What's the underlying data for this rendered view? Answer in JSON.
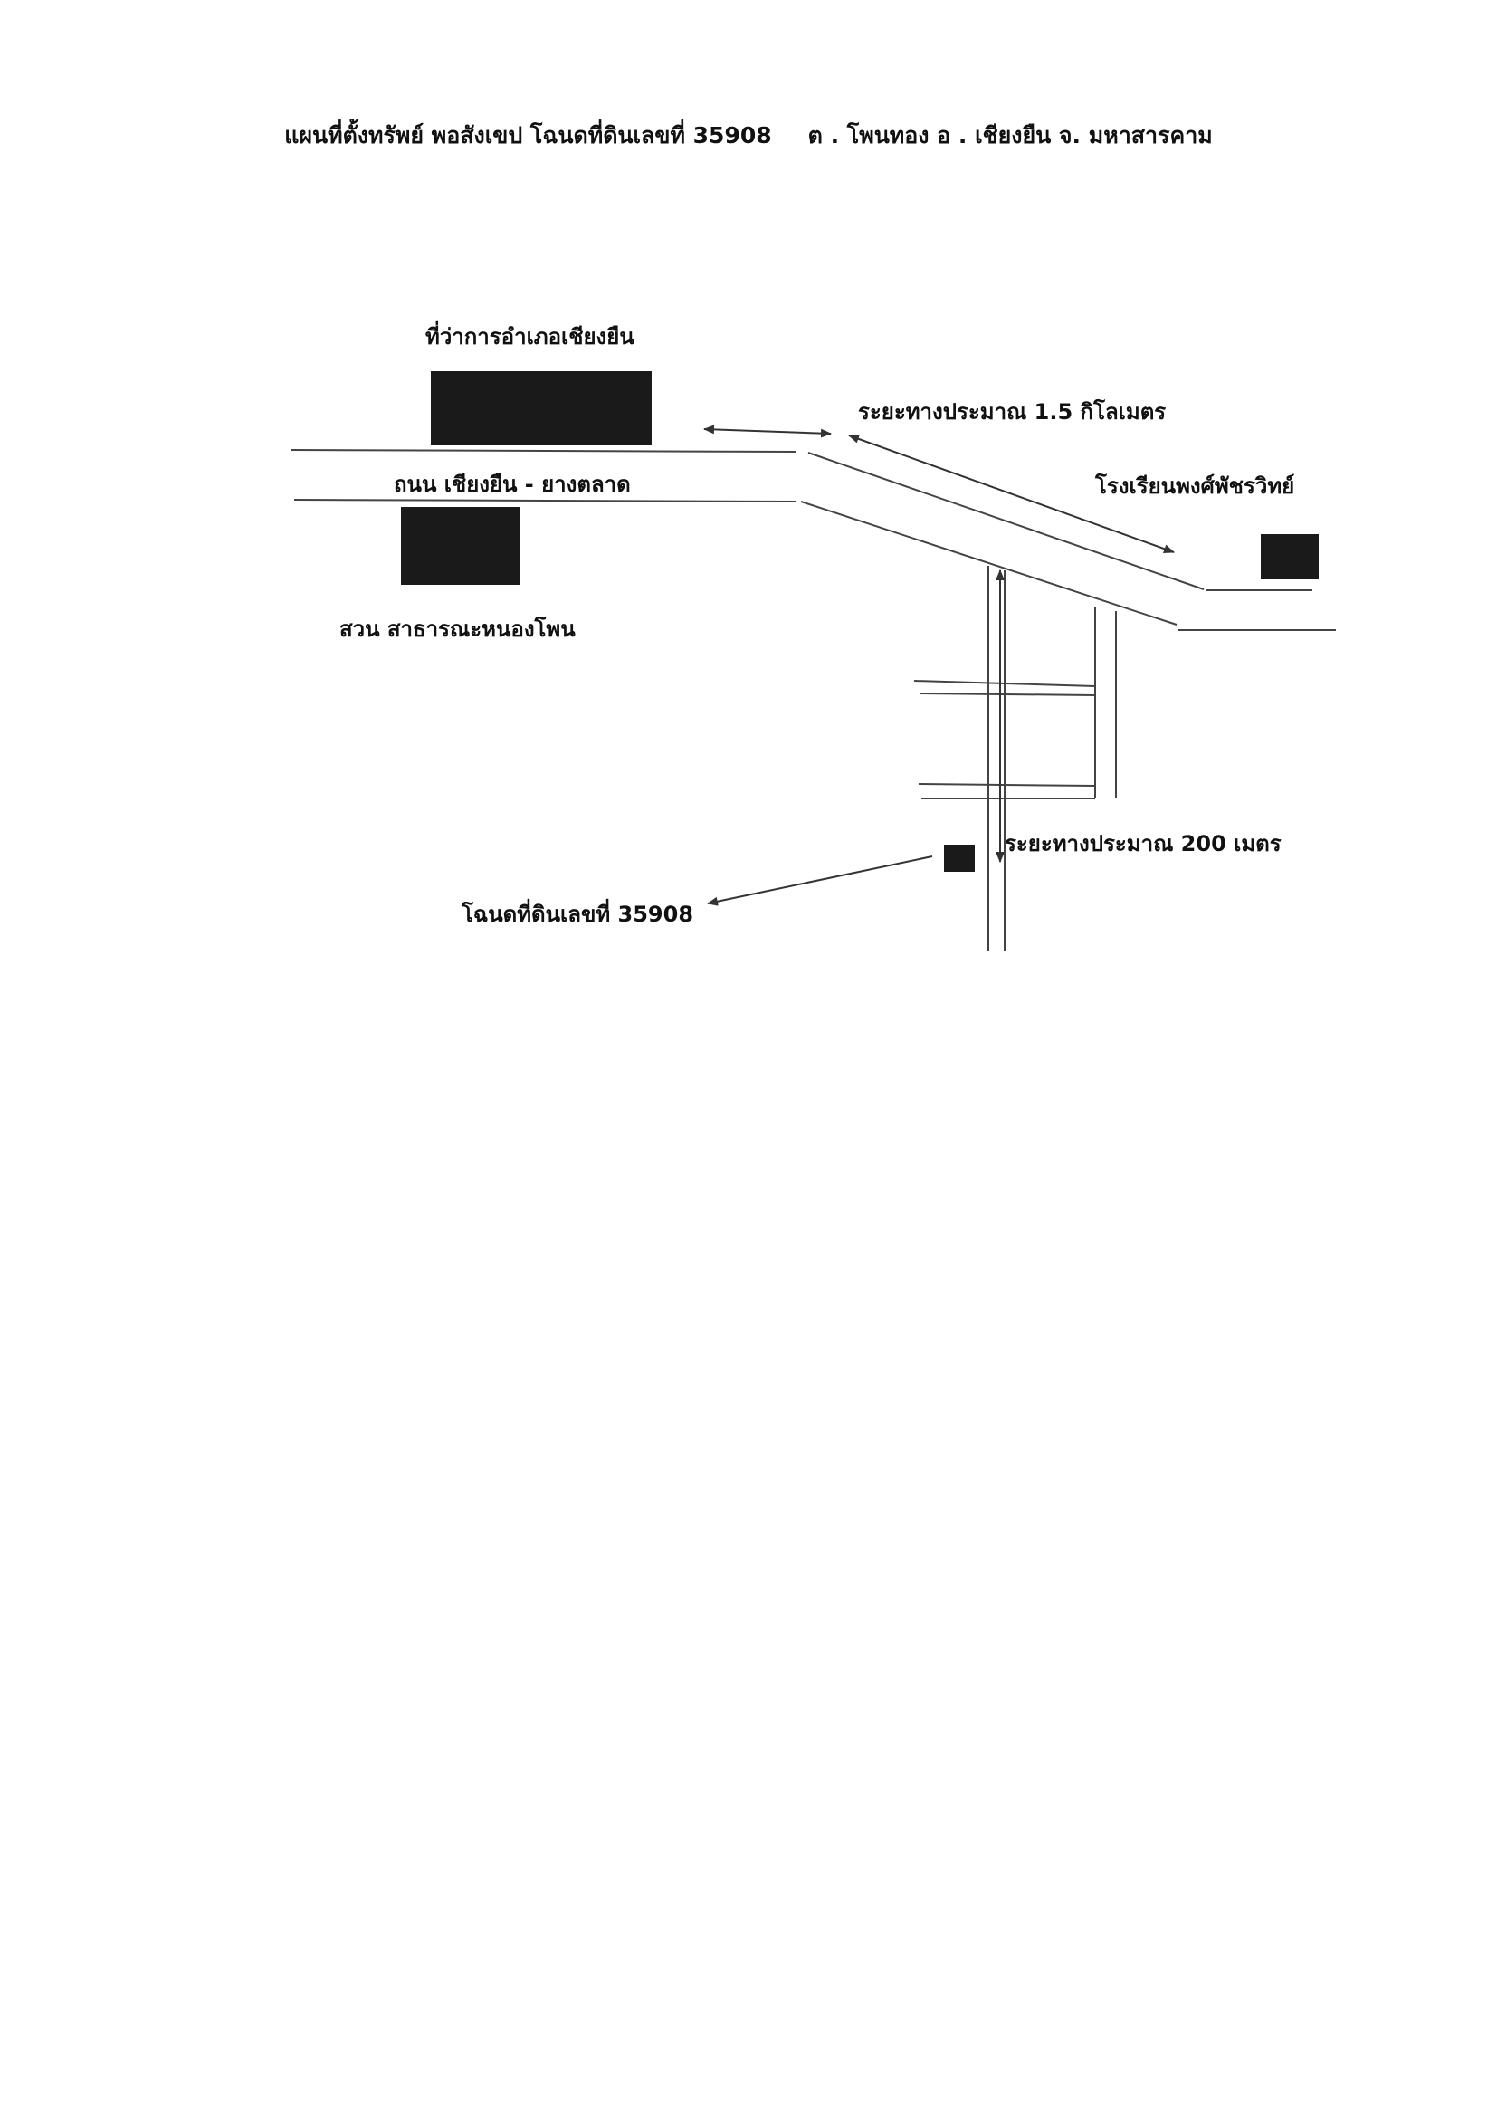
{
  "title": {
    "main": "แผนที่ตั้งทรัพย์ พอสังเขป โฉนดที่ดินเลขที่ 35908",
    "location": "ต . โพนทอง อ . เชียงยืน จ. มหาสารคาม"
  },
  "labels": {
    "district_office": "ที่ว่าการอำเภอเชียงยืน",
    "distance_1": "ระยะทางประมาณ 1.5  กิโลเมตร",
    "road": "ถนน เชียงยืน - ยางตลาด",
    "school": "โรงเรียนพงศ์พัชรวิทย์",
    "park": "สวน  สาธารณะหนองโพน",
    "distance_2": "ระยะทางประมาณ 200 เมตร",
    "deed": "โฉนดที่ดินเลขที่ 35908"
  },
  "colors": {
    "line": "#444444",
    "mark": "#1a1a1a"
  }
}
